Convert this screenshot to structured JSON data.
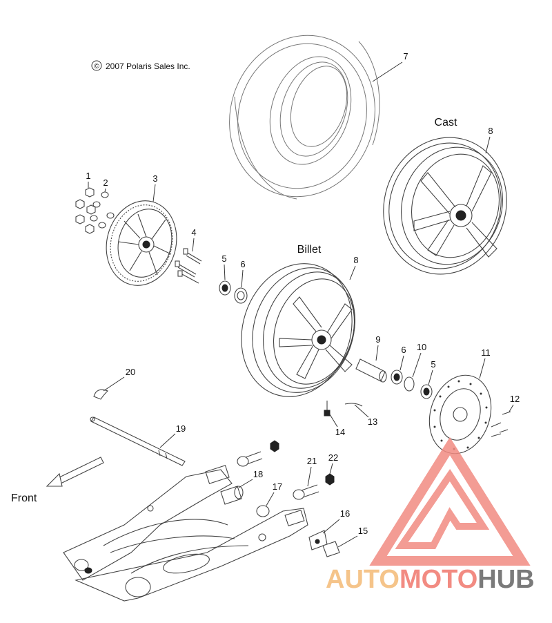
{
  "copyright": "2007 Polaris Sales Inc.",
  "copyright_symbol": "©",
  "variants": {
    "cast": "Cast",
    "billet": "Billet"
  },
  "direction_label": "Front",
  "callouts": [
    "1",
    "2",
    "3",
    "4",
    "5",
    "6",
    "7",
    "8",
    "8",
    "9",
    "6",
    "10",
    "5",
    "11",
    "12",
    "13",
    "14",
    "20",
    "19",
    "21",
    "22",
    "18",
    "17",
    "16",
    "15"
  ],
  "watermark": {
    "part1": "AUTO",
    "part2": "MOTO",
    "part3": "HUB",
    "color_logo": "#f28b82",
    "color_auto": "#f5c48a",
    "color_moto": "#f28b82",
    "color_hub": "#7a7a7a"
  }
}
